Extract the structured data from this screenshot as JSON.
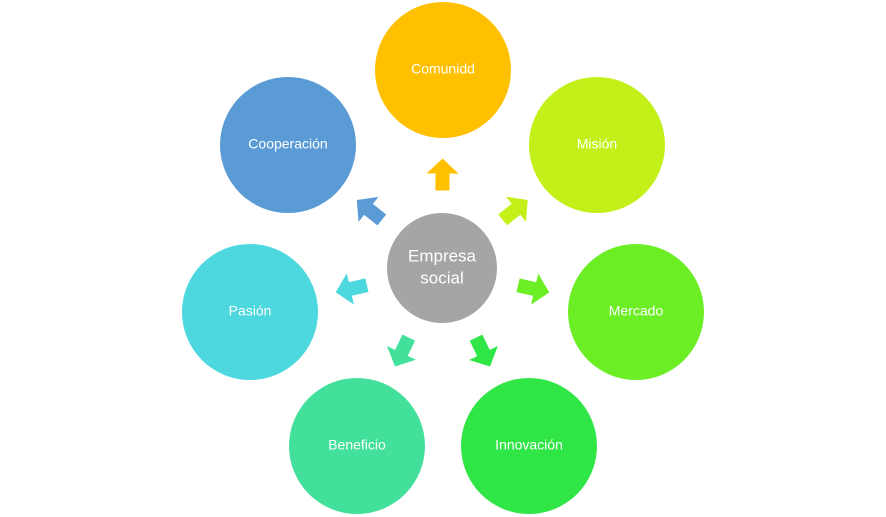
{
  "diagram": {
    "center": {
      "label_line1": "Empresa",
      "label_line2": "social",
      "color": "#a5a5a5"
    },
    "nodes": [
      {
        "id": "comunidd",
        "label": "Comunidd",
        "color": "#ffc000"
      },
      {
        "id": "mision",
        "label": "Misión",
        "color": "#c3f018"
      },
      {
        "id": "mercado",
        "label": "Mercado",
        "color": "#6bee24"
      },
      {
        "id": "innovacion",
        "label": "Innovación",
        "color": "#30e647"
      },
      {
        "id": "beneficio",
        "label": "Beneficio",
        "color": "#43e09b"
      },
      {
        "id": "pasion",
        "label": "Pasión",
        "color": "#4cd8de"
      },
      {
        "id": "cooperacion",
        "label": "Cooperación",
        "color": "#5b9bd5"
      }
    ]
  }
}
